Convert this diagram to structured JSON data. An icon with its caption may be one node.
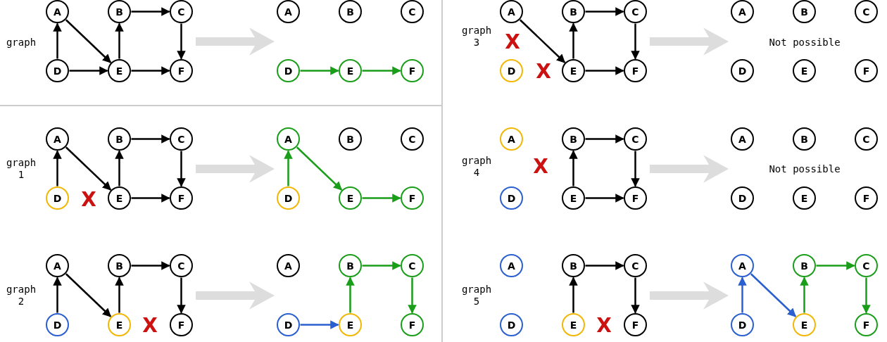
{
  "diagram": {
    "nodes": [
      {
        "text": [],
        "shape": "group"
      },
      {
        "text": [
          "A"
        ],
        "in": 0
      },
      {
        "text": [
          "B"
        ],
        "in": 0
      },
      {
        "text": [
          "C"
        ],
        "in": 0
      },
      {
        "text": [
          "D"
        ],
        "in": 0
      },
      {
        "text": [
          "E"
        ],
        "in": 0
      },
      {
        "text": [
          "F"
        ],
        "in": 0
      },
      {
        "text": [],
        "shape": "group"
      },
      {
        "text": [
          "A"
        ],
        "in": 7
      },
      {
        "text": [
          "B"
        ],
        "in": 7
      },
      {
        "text": [
          "C"
        ],
        "in": 7
      },
      {
        "text": [
          "D"
        ],
        "in": 7
      },
      {
        "text": [
          "E"
        ],
        "in": 7
      },
      {
        "text": [
          "F"
        ],
        "in": 7
      },
      {
        "text": [],
        "shape": "group"
      },
      {
        "text": [
          "A"
        ],
        "in": 14
      },
      {
        "text": [
          "B"
        ],
        "in": 14
      },
      {
        "text": [
          "C"
        ],
        "in": 14
      },
      {
        "text": [
          "D"
        ],
        "in": 14
      },
      {
        "text": [
          "E"
        ],
        "in": 14
      },
      {
        "text": [
          "F"
        ],
        "in": 14
      },
      {
        "text": [],
        "shape": "group"
      },
      {
        "text": [
          "A"
        ],
        "in": 21
      },
      {
        "text": [
          "B"
        ],
        "in": 21
      },
      {
        "text": [
          "C"
        ],
        "in": 21
      },
      {
        "text": [
          "D"
        ],
        "in": 21
      },
      {
        "text": [
          "E"
        ],
        "in": 21
      },
      {
        "text": [
          "F"
        ],
        "in": 21
      },
      {
        "text": [],
        "shape": "group"
      },
      {
        "text": [
          "A"
        ],
        "in": 28
      },
      {
        "text": [
          "B"
        ],
        "in": 28
      },
      {
        "text": [
          "C"
        ],
        "in": 28
      },
      {
        "text": [
          "D"
        ],
        "in": 28
      },
      {
        "text": [
          "E"
        ],
        "in": 28
      },
      {
        "text": [
          "F"
        ],
        "in": 28
      },
      {
        "text": [],
        "shape": "group"
      },
      {
        "text": [
          "A"
        ],
        "in": 35
      },
      {
        "text": [
          "B"
        ],
        "in": 35
      },
      {
        "text": [
          "C"
        ],
        "in": 35
      },
      {
        "text": [
          "D"
        ],
        "in": 35
      },
      {
        "text": [
          "E"
        ],
        "in": 35
      },
      {
        "text": [
          "F"
        ],
        "in": 35
      },
      {
        "text": [],
        "shape": "group"
      },
      {
        "text": [
          "A"
        ],
        "in": 42
      },
      {
        "text": [
          "B"
        ],
        "in": 42
      },
      {
        "text": [
          "C"
        ],
        "in": 42
      },
      {
        "text": [
          "D"
        ],
        "in": 42
      },
      {
        "text": [
          "E"
        ],
        "in": 42
      },
      {
        "text": [
          "F"
        ],
        "in": 42
      },
      {
        "text": [],
        "shape": "group"
      },
      {
        "text": [
          "A"
        ],
        "in": 49
      },
      {
        "text": [
          "B"
        ],
        "in": 49
      },
      {
        "text": [
          "C"
        ],
        "in": 49
      },
      {
        "text": [
          "D"
        ],
        "in": 49
      },
      {
        "text": [
          "E"
        ],
        "in": 49
      },
      {
        "text": [
          "F"
        ],
        "in": 49
      },
      {
        "text": [],
        "shape": "group"
      },
      {
        "text": [
          "A"
        ],
        "in": 56
      },
      {
        "text": [
          "B"
        ],
        "in": 56
      },
      {
        "text": [
          "C"
        ],
        "in": 56
      },
      {
        "text": [
          "D"
        ],
        "in": 56
      },
      {
        "text": [
          "E"
        ],
        "in": 56
      },
      {
        "text": [
          "F"
        ],
        "in": 56
      },
      {
        "text": [],
        "shape": "group"
      },
      {
        "text": [
          "A"
        ],
        "in": 63
      },
      {
        "text": [
          "B"
        ],
        "in": 63
      },
      {
        "text": [
          "C"
        ],
        "in": 63
      },
      {
        "text": [
          "D"
        ],
        "in": 63
      },
      {
        "text": [
          "E"
        ],
        "in": 63
      },
      {
        "text": [
          "F"
        ],
        "in": 63
      },
      {
        "text": [],
        "shape": "group"
      },
      {
        "text": [
          "A"
        ],
        "in": 70
      },
      {
        "text": [
          "B"
        ],
        "in": 70
      },
      {
        "text": [
          "C"
        ],
        "in": 70
      },
      {
        "text": [
          "D"
        ],
        "in": 70
      },
      {
        "text": [
          "E"
        ],
        "in": 70
      },
      {
        "text": [
          "F"
        ],
        "in": 70
      },
      {
        "text": [],
        "shape": "group"
      },
      {
        "text": [
          "A"
        ],
        "in": 77
      },
      {
        "text": [
          "B"
        ],
        "in": 77
      },
      {
        "text": [
          "C"
        ],
        "in": 77
      },
      {
        "text": [
          "D"
        ],
        "in": 77
      },
      {
        "text": [
          "E"
        ],
        "in": 77
      },
      {
        "text": [
          "F"
        ],
        "in": 77
      }
    ],
    "edges": [
      {
        "from": 4,
        "to": 1,
        "arrow": "to"
      },
      {
        "from": 1,
        "to": 5,
        "arrow": "to"
      },
      {
        "from": 5,
        "to": 2,
        "arrow": "to"
      },
      {
        "from": 2,
        "to": 3,
        "arrow": "to"
      },
      {
        "from": 3,
        "to": 6,
        "arrow": "to"
      },
      {
        "from": 4,
        "to": 5,
        "arrow": "to"
      },
      {
        "from": 5,
        "to": 6,
        "arrow": "to"
      },
      {
        "from": 0,
        "to": 7,
        "arrow": "to",
        "style": "thick",
        "color": "#dddddd"
      },
      {
        "from": 11,
        "to": 12,
        "arrow": "to",
        "color": "#1a9e1a"
      },
      {
        "from": 12,
        "to": 13,
        "arrow": "to",
        "color": "#1a9e1a"
      },
      {
        "from": 15,
        "to": 19,
        "arrow": "to"
      },
      {
        "from": 19,
        "to": 16,
        "arrow": "to"
      },
      {
        "from": 16,
        "to": 17,
        "arrow": "to"
      },
      {
        "from": 17,
        "to": 20,
        "arrow": "to"
      },
      {
        "from": 19,
        "to": 20,
        "arrow": "to"
      },
      {
        "from": 14,
        "to": 21,
        "arrow": "to",
        "style": "thick",
        "color": "#dddddd"
      },
      {
        "from": 32,
        "to": 29,
        "arrow": "to"
      },
      {
        "from": 29,
        "to": 33,
        "arrow": "to"
      },
      {
        "from": 33,
        "to": 30,
        "arrow": "to"
      },
      {
        "from": 30,
        "to": 31,
        "arrow": "to"
      },
      {
        "from": 31,
        "to": 34,
        "arrow": "to"
      },
      {
        "from": 33,
        "to": 34,
        "arrow": "to"
      },
      {
        "from": 28,
        "to": 35,
        "arrow": "to",
        "style": "thick",
        "color": "#dddddd"
      },
      {
        "from": 39,
        "to": 36,
        "arrow": "to",
        "color": "#1a9e1a"
      },
      {
        "from": 36,
        "to": 40,
        "arrow": "to",
        "color": "#1a9e1a"
      },
      {
        "from": 40,
        "to": 41,
        "arrow": "to",
        "color": "#1a9e1a"
      },
      {
        "from": 47,
        "to": 44,
        "arrow": "to"
      },
      {
        "from": 44,
        "to": 45,
        "arrow": "to"
      },
      {
        "from": 45,
        "to": 48,
        "arrow": "to"
      },
      {
        "from": 47,
        "to": 48,
        "arrow": "to"
      },
      {
        "from": 42,
        "to": 49,
        "arrow": "to",
        "style": "thick",
        "color": "#dddddd"
      },
      {
        "from": 60,
        "to": 57,
        "arrow": "to"
      },
      {
        "from": 57,
        "to": 61,
        "arrow": "to"
      },
      {
        "from": 61,
        "to": 58,
        "arrow": "to"
      },
      {
        "from": 58,
        "to": 59,
        "arrow": "to"
      },
      {
        "from": 59,
        "to": 62,
        "arrow": "to"
      },
      {
        "from": 56,
        "to": 63,
        "arrow": "to",
        "style": "thick",
        "color": "#dddddd"
      },
      {
        "from": 67,
        "to": 68,
        "arrow": "to",
        "color": "#2a5fd0"
      },
      {
        "from": 68,
        "to": 65,
        "arrow": "to",
        "color": "#1a9e1a"
      },
      {
        "from": 65,
        "to": 66,
        "arrow": "to",
        "color": "#1a9e1a"
      },
      {
        "from": 66,
        "to": 69,
        "arrow": "to",
        "color": "#1a9e1a"
      },
      {
        "from": 75,
        "to": 72,
        "arrow": "to"
      },
      {
        "from": 72,
        "to": 73,
        "arrow": "to"
      },
      {
        "from": 73,
        "to": 76,
        "arrow": "to"
      },
      {
        "from": 70,
        "to": 77,
        "arrow": "to",
        "style": "thick",
        "color": "#dddddd"
      },
      {
        "from": 81,
        "to": 78,
        "arrow": "to",
        "color": "#2a5fd0"
      },
      {
        "from": 78,
        "to": 82,
        "arrow": "to",
        "color": "#2a5fd0"
      },
      {
        "from": 82,
        "to": 79,
        "arrow": "to",
        "color": "#1a9e1a"
      },
      {
        "from": 79,
        "to": 80,
        "arrow": "to",
        "color": "#1a9e1a"
      },
      {
        "from": 80,
        "to": 83,
        "arrow": "to",
        "color": "#1a9e1a"
      }
    ],
    "labels": [
      "graph",
      "graph 3",
      "X",
      "X",
      "Not possible",
      "graph 1",
      "X",
      "graph 4",
      "X",
      "Not possible",
      "graph 2",
      "X",
      "graph 5",
      "X"
    ]
  }
}
